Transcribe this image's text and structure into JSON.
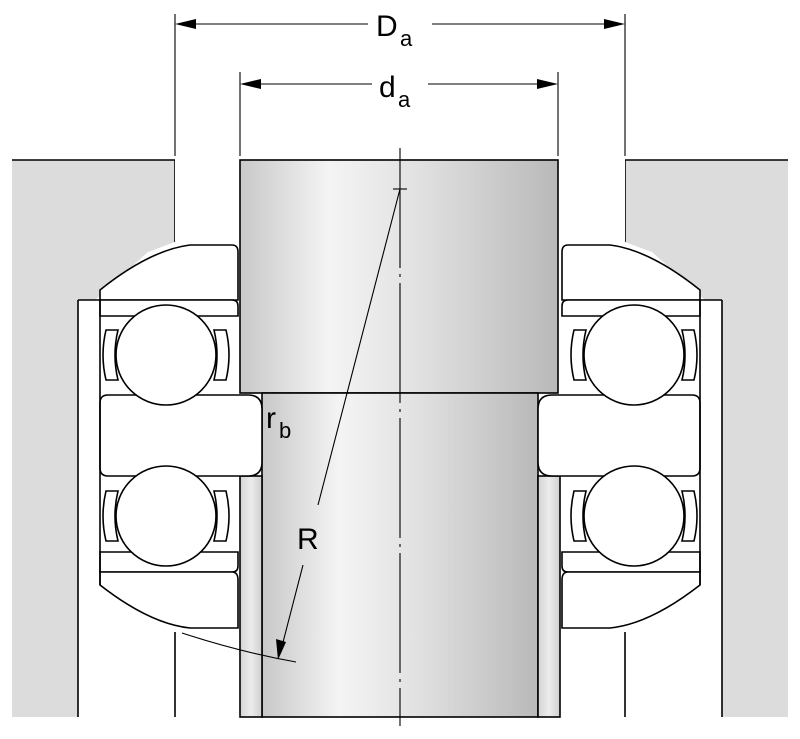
{
  "labels": {
    "outer_diameter": {
      "main": "D",
      "sub": "a"
    },
    "inner_diameter": {
      "main": "d",
      "sub": "a"
    },
    "fillet_radius": {
      "main": "r",
      "sub": "b"
    },
    "sphere_radius": "R"
  }
}
